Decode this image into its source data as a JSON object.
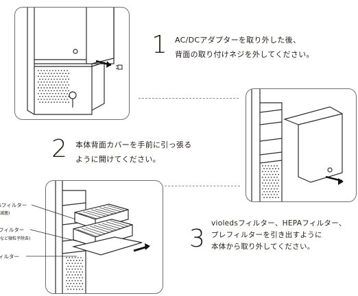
{
  "steps": [
    {
      "number": "1",
      "lines": [
        "AC/DCアダプターを取り外した後、",
        "背面の取り付けネジを外してください。"
      ]
    },
    {
      "number": "2",
      "lines": [
        "本体背面カバーを手前に引っ張る",
        "ように開けてください。"
      ]
    },
    {
      "number": "3",
      "lines": [
        "violedsフィルター、HEPAフィルター、",
        "プレフィルターを引き出すように",
        "本体から取り外してください。"
      ]
    }
  ],
  "callouts": {
    "violeds": "sフィルター",
    "violeds_note": "滅菌)",
    "hepa": "フィルター",
    "hepa_note": "など微粒子除去)",
    "prefilter": "ィルター"
  }
}
